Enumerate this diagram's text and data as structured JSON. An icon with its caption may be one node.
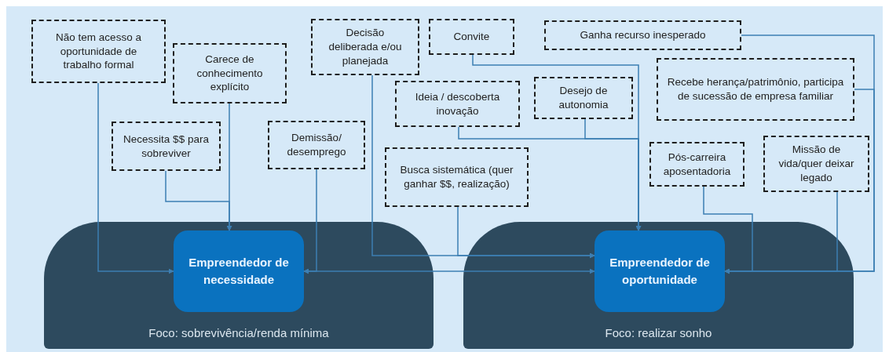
{
  "diagram": {
    "nodes": [
      {
        "text": [
          "Não tem acesso a oportunidade de trabalho formal"
        ]
      },
      {
        "text": [
          "Carece de conhecimento explícito"
        ]
      },
      {
        "text": [
          "Necessita $$ para sobreviver"
        ]
      },
      {
        "text": [
          "Demissão/ desemprego"
        ]
      },
      {
        "text": [
          "Decisão deliberada e/ou planejada"
        ]
      },
      {
        "text": [
          "Convite"
        ]
      },
      {
        "text": [
          "Ideia / descoberta inovação"
        ]
      },
      {
        "text": [
          "Desejo de autonomia"
        ]
      },
      {
        "text": [
          "Busca sistemática (quer ganhar $$, realização)"
        ]
      },
      {
        "text": [
          "Ganha recurso inesperado"
        ]
      },
      {
        "text": [
          "Recebe herança/patrimônio, participa de sucessão de empresa familiar"
        ]
      },
      {
        "text": [
          "Pós-carreira aposentadoria"
        ]
      },
      {
        "text": [
          "Missão de vida/quer deixar legado"
        ]
      },
      {
        "text": [
          "Foco: sobrevivência/renda mínima"
        ]
      },
      {
        "text": [
          "Empreendedor de necessidade"
        ],
        "in": 13
      },
      {
        "text": [
          "Foco: realizar sonho"
        ]
      },
      {
        "text": [
          "Empreendedor de oportunidade"
        ],
        "in": 15
      }
    ],
    "edges": [
      {
        "from": 0,
        "to": 14,
        "arrow": "to"
      },
      {
        "from": 1,
        "to": 14,
        "arrow": "to"
      },
      {
        "from": 2,
        "to": 14,
        "arrow": "to"
      },
      {
        "from": 3,
        "to": 14,
        "arrow": "to"
      },
      {
        "from": 14,
        "to": 16,
        "arrow": "both"
      },
      {
        "from": 4,
        "to": 16,
        "arrow": "to"
      },
      {
        "from": 8,
        "to": 16,
        "arrow": "to"
      },
      {
        "from": 5,
        "to": 16,
        "arrow": "to"
      },
      {
        "from": 6,
        "to": 16,
        "arrow": "to"
      },
      {
        "from": 7,
        "to": 16,
        "arrow": "to"
      },
      {
        "from": 9,
        "to": 16,
        "arrow": "to"
      },
      {
        "from": 10,
        "to": 16,
        "arrow": "to"
      },
      {
        "from": 11,
        "to": 16,
        "arrow": "to"
      },
      {
        "from": 12,
        "to": 16,
        "arrow": "to"
      }
    ]
  }
}
